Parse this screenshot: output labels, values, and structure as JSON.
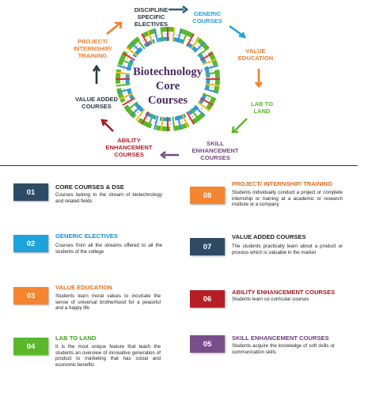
{
  "diagram": {
    "center_title": [
      "Biotechnology",
      "Core",
      "Courses"
    ],
    "cycle_items": [
      {
        "lines": [
          "DISCIPLINE",
          "SPECIFIC",
          "ELECTIVES"
        ],
        "color": "#2a3642"
      },
      {
        "lines": [
          "GENERIC",
          "COURSES"
        ],
        "color": "#1fa3dd"
      },
      {
        "lines": [
          "VALUE",
          "EDUCATION"
        ],
        "color": "#f07f2c"
      },
      {
        "lines": [
          "LAB TO",
          "LAND"
        ],
        "color": "#5bb82b"
      },
      {
        "lines": [
          "SKILL",
          "ENHANCEMENT",
          "COURSES"
        ],
        "color": "#734a82"
      },
      {
        "lines": [
          "ABILITY",
          "ENHANCEMENT",
          "COURSES"
        ],
        "color": "#b51e25"
      },
      {
        "lines": [
          "VALUE ADDED",
          "COURSES"
        ],
        "color": "#2a3642"
      },
      {
        "lines": [
          "PROJECT/",
          "INTERNSHIP/",
          "TRAINING"
        ],
        "color": "#f07f2c"
      }
    ],
    "arrow_colors": [
      "#2b5a79",
      "#1fa3dd",
      "#f07f2c",
      "#5bb82b",
      "#734a82",
      "#a01d22",
      "#2a3642",
      "#f07f2c"
    ]
  },
  "courses": [
    {
      "number": "01",
      "title": "CORE COURSES & DSE",
      "description": "Courses belong to the stream of biotechnology and related fields",
      "color": "#2e4b66",
      "title_color": "#222222"
    },
    {
      "number": "02",
      "title": "GENERIC ELECTIVES",
      "description": "Courses from all the streams offered to all the students of the college",
      "color": "#1da2dc",
      "title_color": "#1a8fd0"
    },
    {
      "number": "03",
      "title": "VALUE EDUCATION",
      "description": "Students learn moral values to inculcate the sense of universal brotherhood for a peaceful and a happy life",
      "color": "#f58431",
      "title_color": "#e0701e"
    },
    {
      "number": "04",
      "title": "LAB TO LAND",
      "description": "It is the most unique feature that teach the students an overview of innovative generation of product to marketing that has social and economic benefits",
      "color": "#5bb82b",
      "title_color": "#3f9e1c"
    },
    {
      "number": "08",
      "title": "PROJECT/ INTERNSHIP/ TRAINING",
      "description": "Students individually conduct a project or complete internship or training at a academic or research institute or a company",
      "color": "#f58431",
      "title_color": "#e06a1e"
    },
    {
      "number": "07",
      "title": "VALUE ADDED COURSES",
      "description": "The students practically learn about a product or process which is valuable in the market",
      "color": "#2e4b66",
      "title_color": "#222222"
    },
    {
      "number": "06",
      "title": "ABILITY ENHANCEMENT COURSES",
      "description": "Students learn co-curricular courses",
      "color": "#b51e25",
      "title_color": "#a01d22"
    },
    {
      "number": "05",
      "title": "SKILL ENHANCEMENT COURSES",
      "description": "Students acquire the knowledge of soft skills or communication skills",
      "color": "#7a4d8c",
      "title_color": "#6a3d7c"
    }
  ]
}
